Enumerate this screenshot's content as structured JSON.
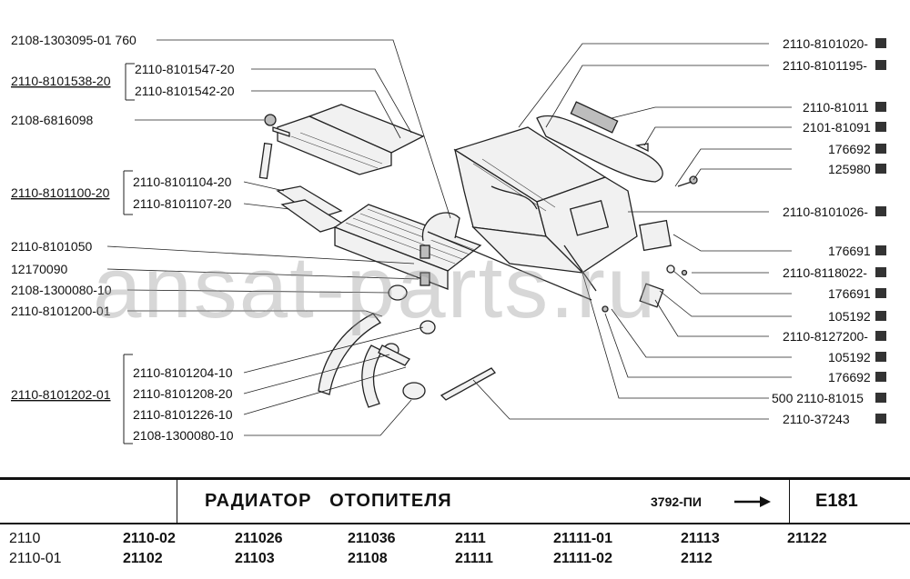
{
  "diagram": {
    "labels_left": {
      "l1": "2108-1303095-01  760",
      "l2": "2110-8101547-20",
      "l3": "2110-8101538-20",
      "l4": "2110-8101542-20",
      "l5": "2108-6816098",
      "l6": "2110-8101104-20",
      "l7": "2110-8101100-20",
      "l8": "2110-8101107-20",
      "l9": "2110-8101050",
      "l10": "12170090",
      "l11": "2108-1300080-10",
      "l12": "2110-8101200-01",
      "l13": "2110-8101204-10",
      "l14": "2110-8101208-20",
      "l15": "2110-8101202-01",
      "l16": "2110-8101226-10",
      "l17": "2108-1300080-10"
    },
    "labels_right": {
      "r1": "2110-8101020-",
      "r2": "2110-8101195-",
      "r3": "2110-81011",
      "r4": "2101-81091",
      "r5": "176692",
      "r6": "125980",
      "r7": "2110-8101026-",
      "r8": "176691",
      "r9": "2110-8118022-",
      "r10": "176691",
      "r11": "105192",
      "r12": "2110-8127200-",
      "r13": "105192",
      "r14": "176692",
      "r15": "500  2110-81015",
      "r16": "2110-37243"
    },
    "watermark": "ansat-parts.ru"
  },
  "title_block": {
    "title": "РАДИАТОР   ОТОПИТЕЛЯ",
    "ref": "3792-ПИ",
    "code": "E181"
  },
  "models": {
    "row1": [
      "2110",
      "2110-02",
      "211026",
      "211036",
      "2111",
      "21111-01",
      "21113",
      "21122"
    ],
    "row2": [
      "2110-01",
      "21102",
      "21103",
      "21108",
      "21111",
      "21111-02",
      "2112"
    ]
  }
}
